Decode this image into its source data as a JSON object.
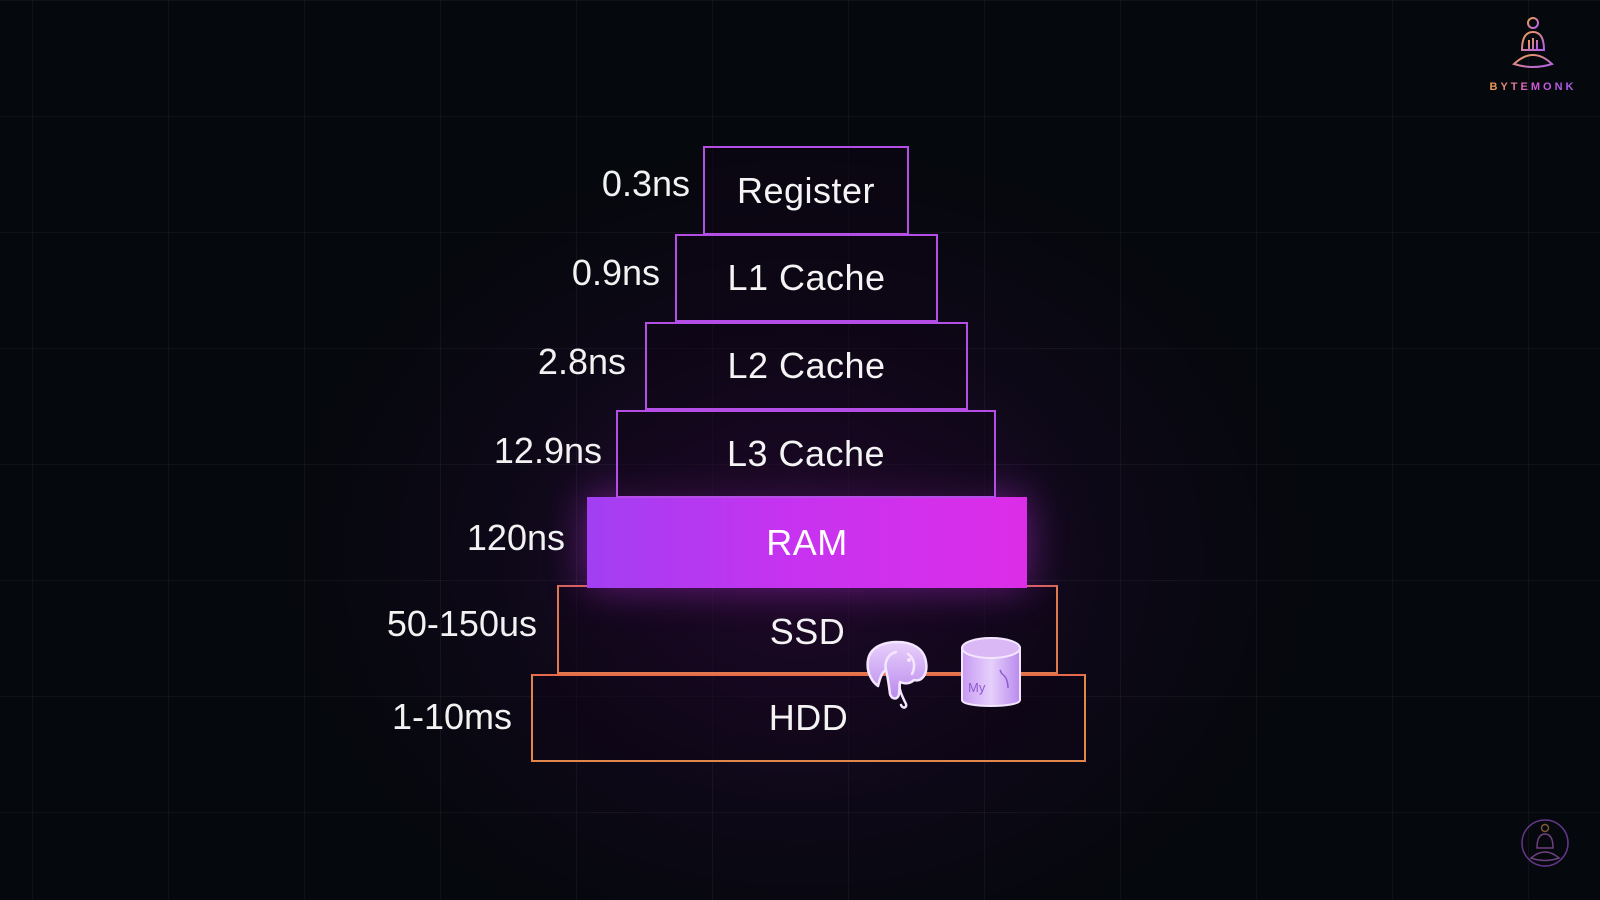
{
  "brand": {
    "name": "BYTEMONK"
  },
  "pyramid": {
    "tiers": [
      {
        "label": "Register",
        "latency": "0.3ns"
      },
      {
        "label": "L1 Cache",
        "latency": "0.9ns"
      },
      {
        "label": "L2 Cache",
        "latency": "2.8ns"
      },
      {
        "label": "L3 Cache",
        "latency": "12.9ns"
      },
      {
        "label": "RAM",
        "latency": "120ns"
      },
      {
        "label": "SSD",
        "latency": "50-150us"
      },
      {
        "label": "HDD",
        "latency": "1-10ms"
      }
    ],
    "icons": [
      {
        "name": "postgresql-elephant-icon"
      },
      {
        "name": "mysql-database-icon",
        "text": "My"
      }
    ]
  },
  "colors": {
    "background": "#05080c",
    "tier_border_purple": "#b44ee6",
    "ram_fill_start": "#a23ff2",
    "ram_fill_end": "#dc2de8",
    "tier_border_orange": "#e2874c",
    "icon_fill": "#d9b8f5"
  }
}
